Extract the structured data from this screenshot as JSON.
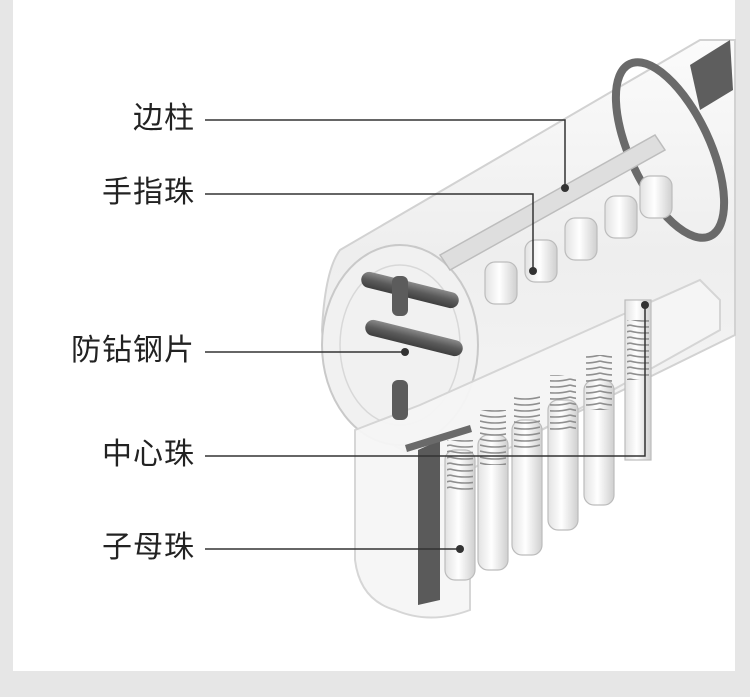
{
  "labels": {
    "side_bar": "边柱",
    "finger_pin": "手指珠",
    "anti_drill_plate": "防钻钢片",
    "center_pin": "中心珠",
    "driver_pin": "子母珠"
  },
  "colors": {
    "background": "#e6e6e6",
    "panel": "#ffffff",
    "text": "#222222",
    "leader_line": "#333333",
    "cylinder_body": "#f3f3f3",
    "steel": "#6e6e6e",
    "spring": "#9a9a9a"
  }
}
